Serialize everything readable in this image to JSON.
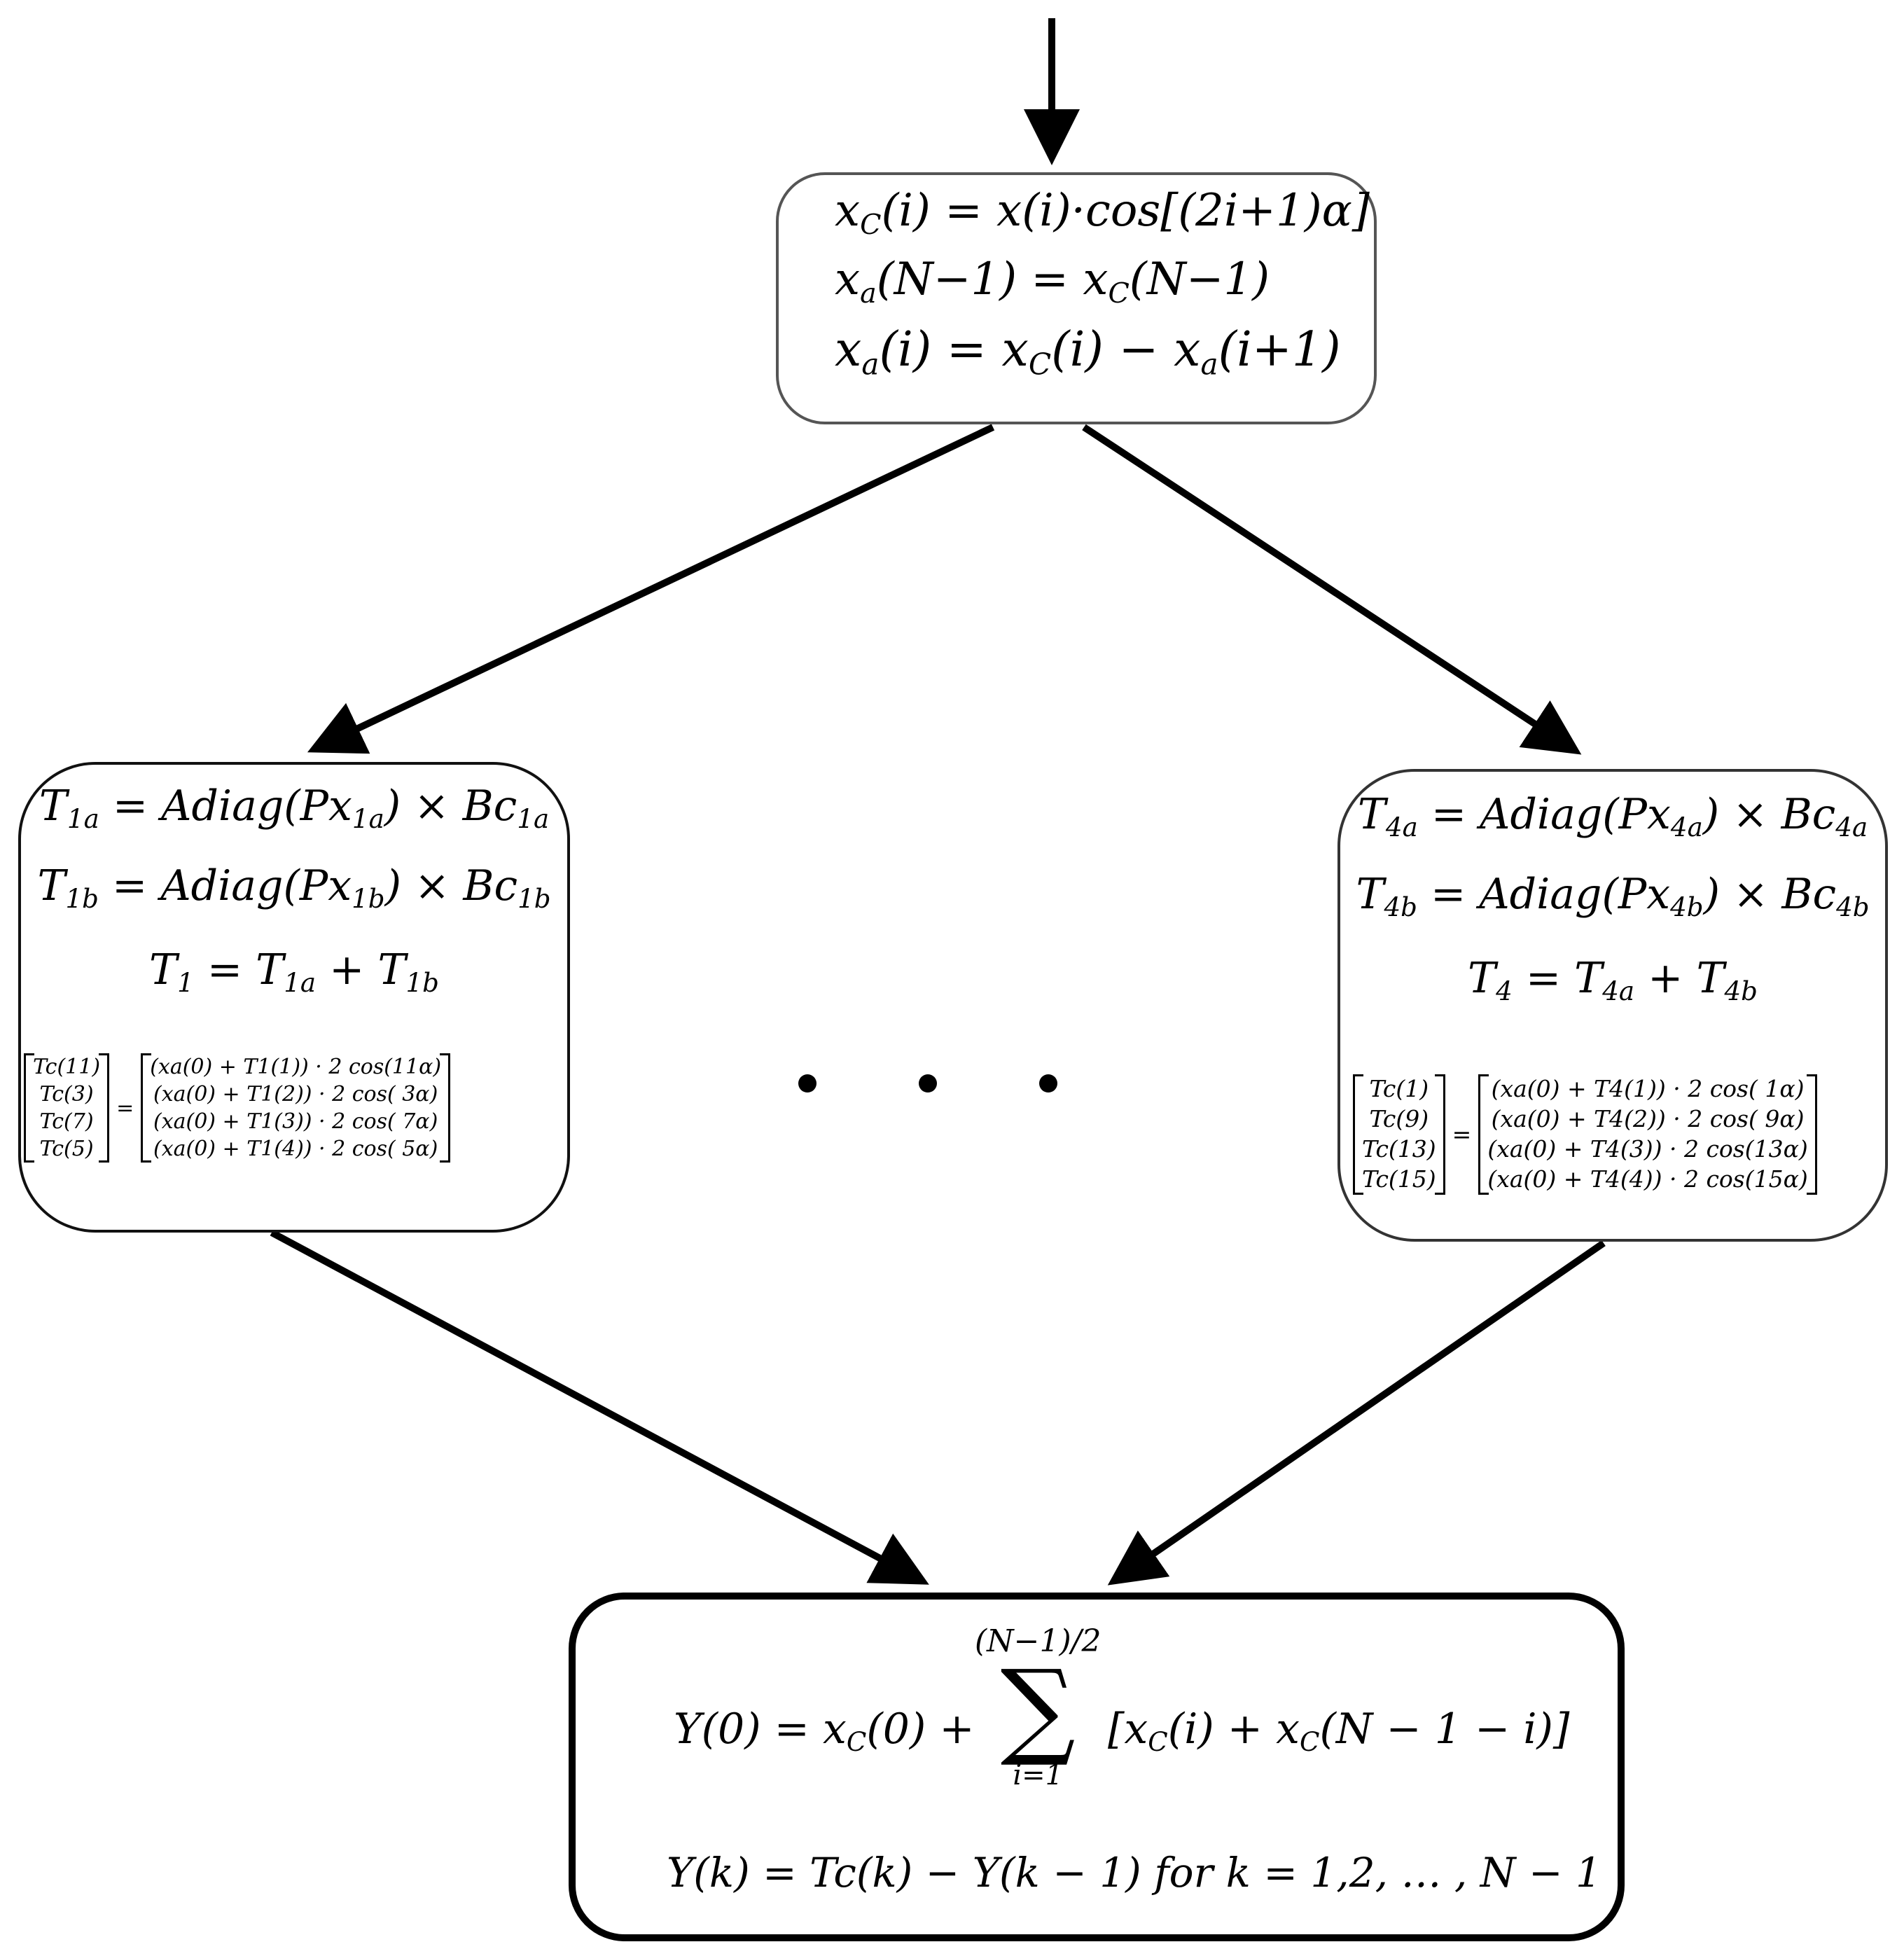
{
  "top_box": {
    "eq1": "xC(i) = x(i)·cos[(2i+1)α]",
    "eq1_parts": {
      "lhs": "x",
      "lhs_sub": "C",
      "rest": "(i) = x(i)·cos[(2i+1)α]"
    },
    "eq2_parts": {
      "a": "x",
      "a_sub": "a",
      "b": "(N−1) = x",
      "b_sub": "C",
      "c": "(N−1)"
    },
    "eq3_parts": {
      "a": "x",
      "a_sub": "a",
      "b": "(i) = x",
      "b_sub": "C",
      "c": "(i) − x",
      "c_sub": "a",
      "d": "(i+1)"
    }
  },
  "left_box": {
    "eq1": {
      "t": "T",
      "t_sub": "1a",
      "mid": " = Adiag(Px",
      "mid_sub": "1a",
      "end": ") × Bc",
      "end_sub": "1a"
    },
    "eq2": {
      "t": "T",
      "t_sub": "1b",
      "mid": " = Adiag(Px",
      "mid_sub": "1b",
      "end": ") × Bc",
      "end_sub": "1b"
    },
    "eq3": {
      "t": "T",
      "t_sub": "1",
      "mid": " = T",
      "mid_sub": "1a",
      "end": " + T",
      "end_sub": "1b"
    },
    "matrix_left": [
      "Tc(11)",
      "Tc(3)",
      "Tc(7)",
      "Tc(5)"
    ],
    "matrix_right": [
      "(xa(0) + T1(1)) · 2 cos(11α)",
      "(xa(0) + T1(2)) · 2 cos( 3α)",
      "(xa(0) + T1(3)) · 2 cos( 7α)",
      "(xa(0) + T1(4)) · 2 cos( 5α)"
    ],
    "matrix_eq": "="
  },
  "right_box": {
    "eq1": {
      "t": "T",
      "t_sub": "4a",
      "mid": " = Adiag(Px",
      "mid_sub": "4a",
      "end": ") × Bc",
      "end_sub": "4a"
    },
    "eq2": {
      "t": "T",
      "t_sub": "4b",
      "mid": " = Adiag(Px",
      "mid_sub": "4b",
      "end": ") × Bc",
      "end_sub": "4b"
    },
    "eq3": {
      "t": "T",
      "t_sub": "4",
      "mid": " = T",
      "mid_sub": "4a",
      "end": " + T",
      "end_sub": "4b"
    },
    "matrix_left": [
      "Tc(1)",
      "Tc(9)",
      "Tc(13)",
      "Tc(15)"
    ],
    "matrix_right": [
      "(xa(0) + T4(1)) · 2 cos( 1α)",
      "(xa(0) + T4(2)) · 2 cos( 9α)",
      "(xa(0) + T4(3)) · 2 cos(13α)",
      "(xa(0) + T4(4)) · 2 cos(15α)"
    ],
    "matrix_eq": "="
  },
  "bottom_box": {
    "eq1_lhs": "Y(0) = x",
    "eq1_lhs_sub": "C",
    "eq1_lhs_end": "(0) +",
    "sum_upper": "(N−1)/2",
    "sum_symbol": "∑",
    "sum_lower": "i=1",
    "eq1_rhs_a": "[x",
    "eq1_rhs_a_sub": "C",
    "eq1_rhs_b": "(i) + x",
    "eq1_rhs_b_sub": "C",
    "eq1_rhs_c": "(N − 1 − i)]",
    "eq2": "Y(k) = Tc(k) − Y(k − 1) for k = 1,2, … , N − 1"
  }
}
